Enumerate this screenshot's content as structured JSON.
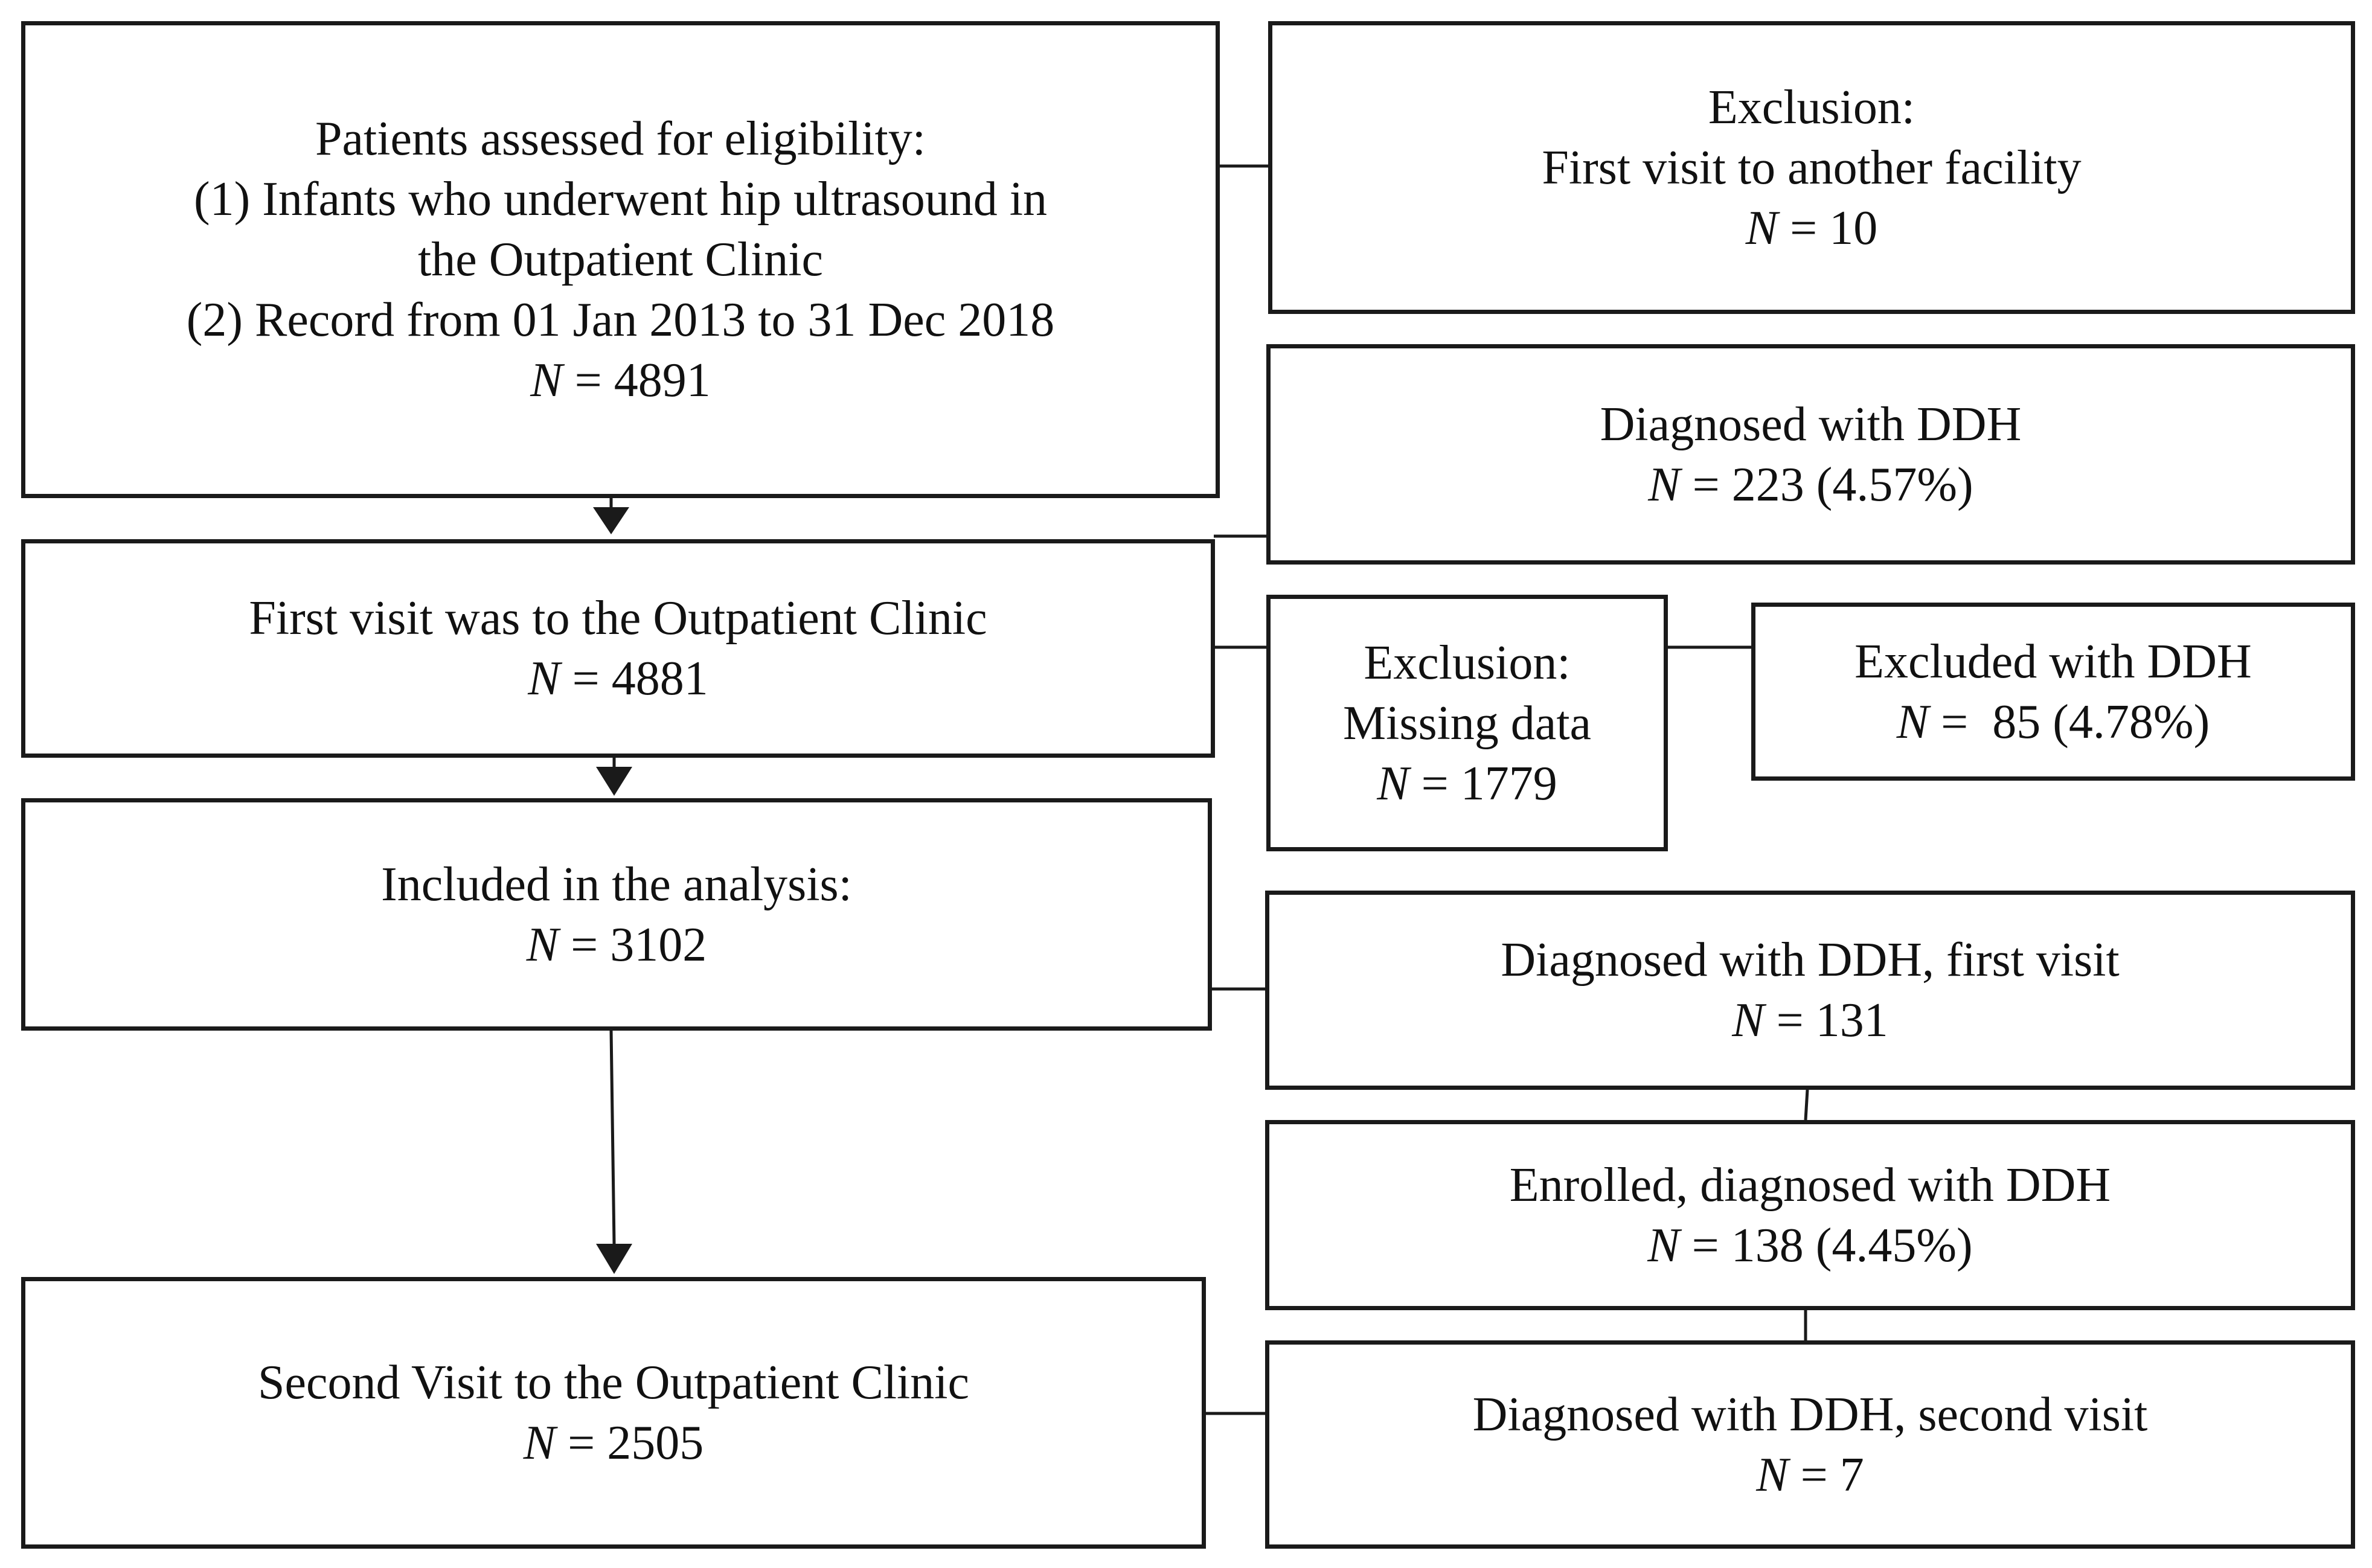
{
  "boxes": {
    "assessed": {
      "lines": [
        "Patients assessed for eligibility:",
        "(1) Infants who underwent hip ultrasound in",
        "the Outpatient Clinic",
        "(2) Record from 01 Jan 2013 to 31 Dec 2018"
      ],
      "n_value": "4891"
    },
    "first_visit": {
      "lines": [
        "First visit was to the Outpatient Clinic"
      ],
      "n_value": "4881"
    },
    "included": {
      "lines": [
        "Included in the analysis:"
      ],
      "n_value": "3102"
    },
    "second_visit": {
      "lines": [
        "Second Visit to the Outpatient Clinic"
      ],
      "n_value": "2505"
    },
    "excl_facility": {
      "lines": [
        "Exclusion:",
        "First visit to another facility"
      ],
      "n_value": "10"
    },
    "ddh_total": {
      "lines": [
        "Diagnosed with DDH"
      ],
      "n_value": "223 (4.57%)"
    },
    "excl_missing": {
      "lines": [
        "Exclusion:",
        "Missing data"
      ],
      "n_value": "1779"
    },
    "excluded_ddh": {
      "lines": [
        "Excluded with DDH"
      ],
      "n_value": " 85 (4.78%)"
    },
    "ddh_first": {
      "lines": [
        "Diagnosed with DDH, first visit"
      ],
      "n_value": "131"
    },
    "enrolled_ddh": {
      "lines": [
        "Enrolled, diagnosed with DDH"
      ],
      "n_value": "138 (4.45%)"
    },
    "ddh_second": {
      "lines": [
        "Diagnosed with DDH, second visit"
      ],
      "n_value": "7"
    }
  },
  "n_symbol": "N",
  "n_equals": " = "
}
